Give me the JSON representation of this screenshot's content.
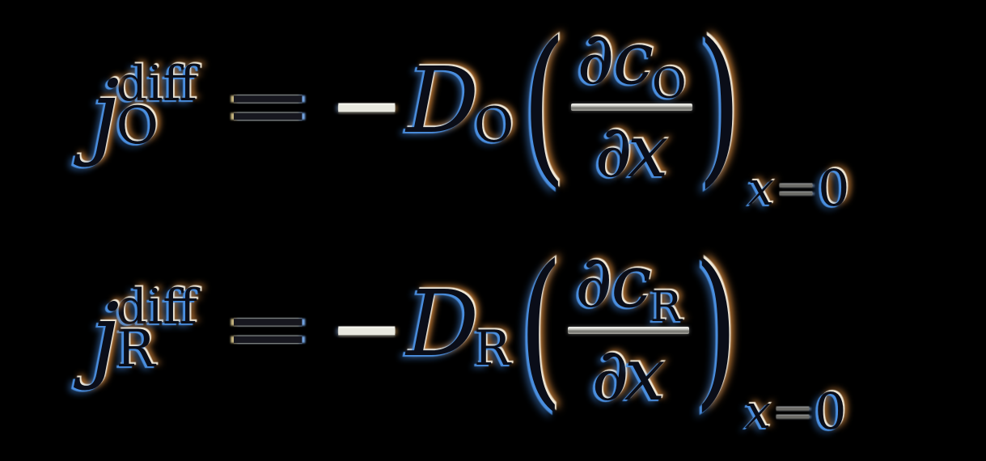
{
  "colors": {
    "background": "#000000",
    "glyph_core": "#0a0d18",
    "blue_fringe": "#4a8fe0",
    "orange_fringe": "#d6873a",
    "cream_highlight": "#f3ead8",
    "equals_core": "#17171f",
    "minus_light": "#e8e8df",
    "fraction_bar_gray": "#75756f"
  },
  "equations": [
    {
      "name": "oxidized-species-diffusion-flux",
      "flux_symbol": "j",
      "flux_superscript": "diff",
      "flux_subscript": "O",
      "equals_sign": "=",
      "minus_sign": "−",
      "diffusion_coefficient": "D",
      "coefficient_subscript": "O",
      "open_paren": "(",
      "numerator_partial": "∂",
      "numerator_concentration": "c",
      "numerator_subscript": "O",
      "denominator_partial": "∂",
      "denominator_variable": "x",
      "close_paren": ")",
      "boundary_variable": "x",
      "boundary_equals": "=",
      "boundary_value": "0",
      "latex": "j_{O}^{diff} = -D_{O}\\left(\\frac{\\partial c_{O}}{\\partial x}\\right)_{x=0}"
    },
    {
      "name": "reduced-species-diffusion-flux",
      "flux_symbol": "j",
      "flux_superscript": "diff",
      "flux_subscript": "R",
      "equals_sign": "=",
      "minus_sign": "−",
      "diffusion_coefficient": "D",
      "coefficient_subscript": "R",
      "open_paren": "(",
      "numerator_partial": "∂",
      "numerator_concentration": "c",
      "numerator_subscript": "R",
      "denominator_partial": "∂",
      "denominator_variable": "x",
      "close_paren": ")",
      "boundary_variable": "x",
      "boundary_equals": "=",
      "boundary_value": "0",
      "latex": "j_{R}^{diff} = -D_{R}\\left(\\frac{\\partial c_{R}}{\\partial x}\\right)_{x=0}"
    }
  ]
}
